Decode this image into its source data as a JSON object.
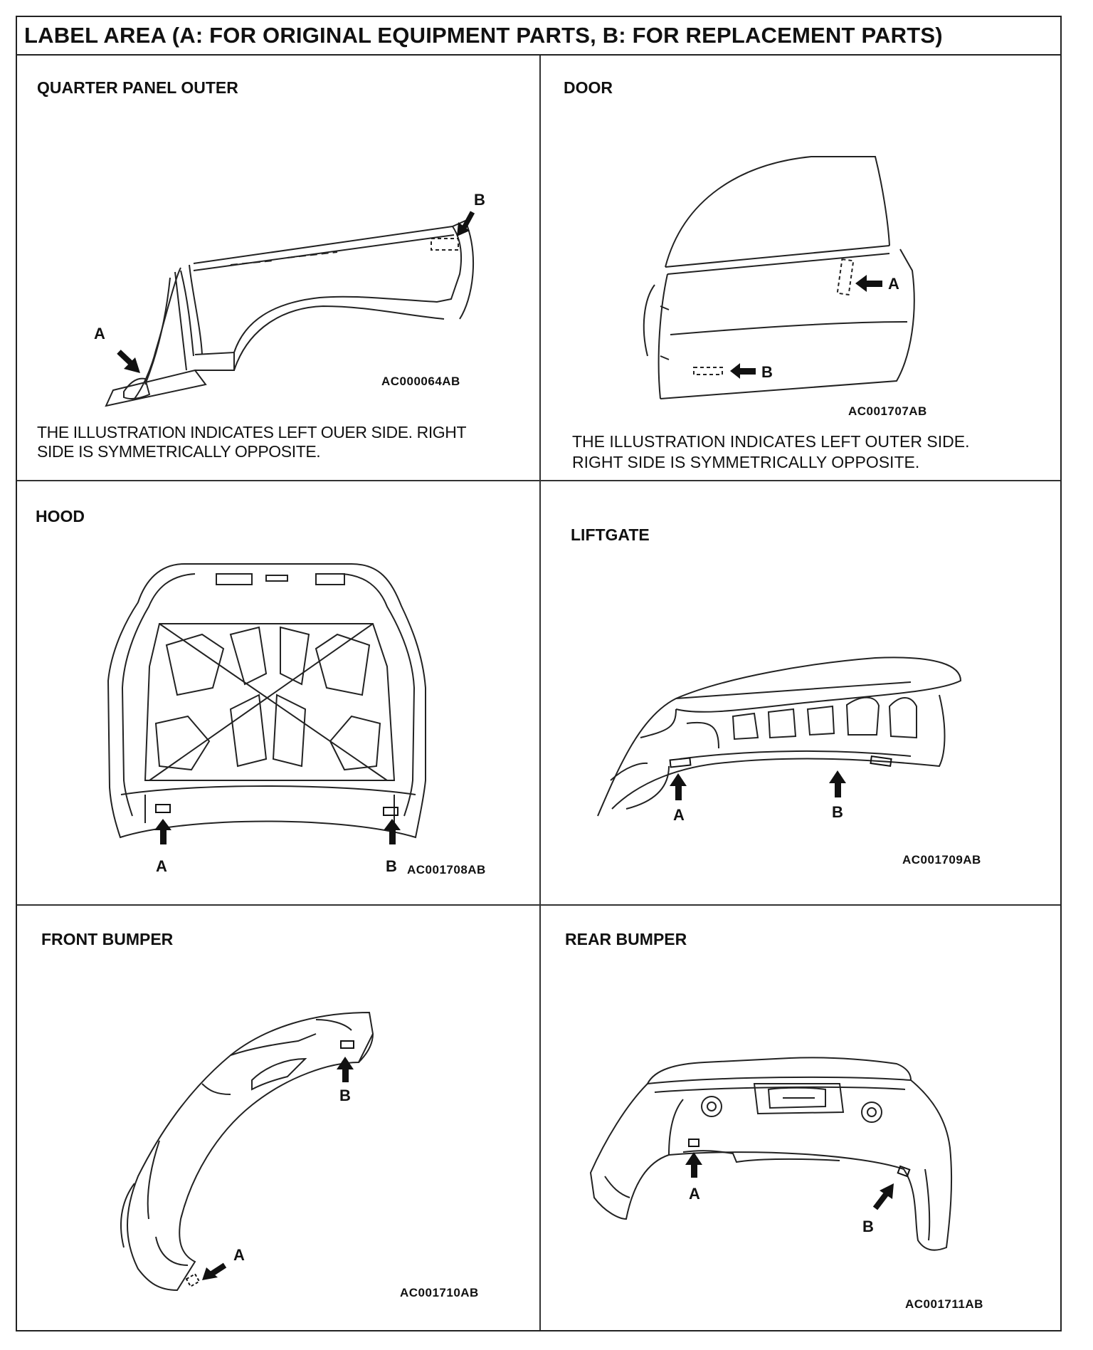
{
  "header": {
    "title": "LABEL AREA (A: FOR ORIGINAL EQUIPMENT PARTS, B: FOR REPLACEMENT PARTS)"
  },
  "panels": {
    "quarter_panel": {
      "title": "QUARTER PANEL OUTER",
      "code": "AC000064AB",
      "label_a": "A",
      "label_b": "B",
      "note_lines": [
        "THE ILLUSTRATION INDICATES LEFT OUER SIDE. RIGHT",
        "SIDE IS SYMMETRICALLY OPPOSITE."
      ]
    },
    "door": {
      "title": "DOOR",
      "code": "AC001707AB",
      "label_a": "A",
      "label_b": "B",
      "note_lines": [
        "THE ILLUSTRATION INDICATES LEFT OUTER SIDE.",
        "RIGHT SIDE IS SYMMETRICALLY OPPOSITE."
      ]
    },
    "hood": {
      "title": "HOOD",
      "code": "AC001708AB",
      "label_a": "A",
      "label_b": "B"
    },
    "liftgate": {
      "title": "LIFTGATE",
      "code": "AC001709AB",
      "label_a": "A",
      "label_b": "B"
    },
    "front_bumper": {
      "title": "FRONT BUMPER",
      "code": "AC001710AB",
      "label_a": "A",
      "label_b": "B"
    },
    "rear_bumper": {
      "title": "REAR BUMPER",
      "code": "AC001711AB",
      "label_a": "A",
      "label_b": "B"
    }
  }
}
